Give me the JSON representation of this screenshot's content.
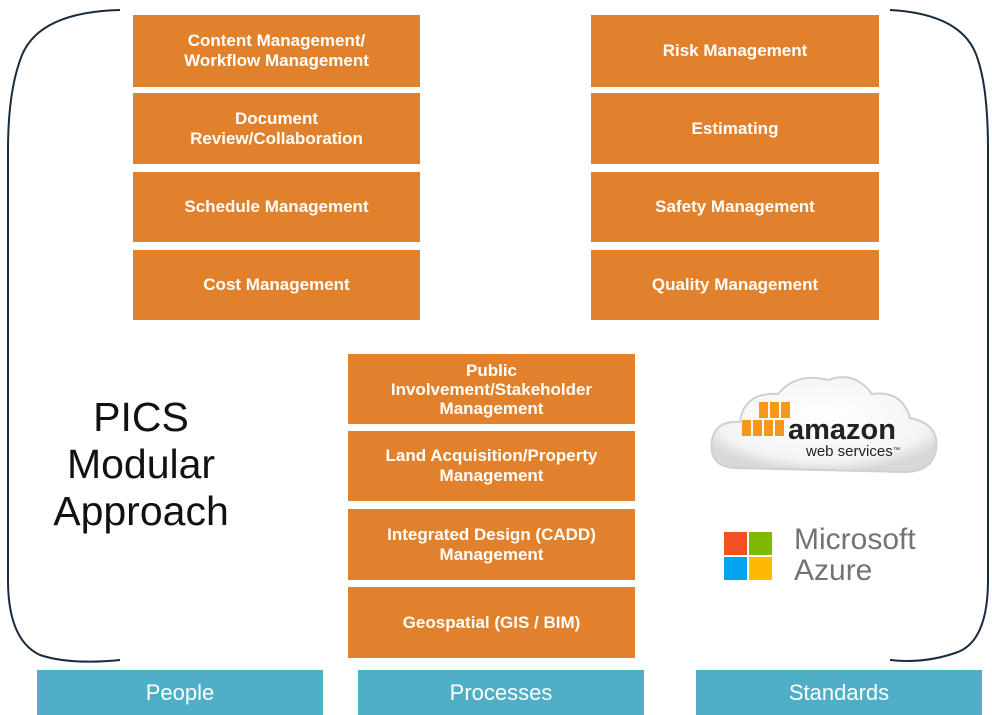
{
  "title": "PICS\nModular\nApproach",
  "people_modules": [
    "Content Management/\nWorkflow Management",
    "Document\nReview/Collaboration",
    "Schedule Management",
    "Cost Management"
  ],
  "standards_modules": [
    "Risk Management",
    "Estimating",
    "Safety Management",
    "Quality Management"
  ],
  "process_modules": [
    "Public\nInvolvement/Stakeholder\nManagement",
    "Land Acquisition/Property\nManagement",
    "Integrated Design (CADD)\nManagement",
    "Geospatial (GIS / BIM)"
  ],
  "logos": {
    "aws": {
      "word": "amazon",
      "sub": "web services",
      "tm": "™"
    },
    "azure": {
      "text": "Microsoft\nAzure"
    }
  },
  "footer": {
    "people": "People",
    "processes": "Processes",
    "standards": "Standards"
  },
  "colors": {
    "module": "#E1812B",
    "footer": "#4FAFC6",
    "aws_orange": "#F7981D",
    "ms_red": "#F25022",
    "ms_green": "#7FBA00",
    "ms_blue": "#00A4EF",
    "ms_yellow": "#FFB900"
  }
}
